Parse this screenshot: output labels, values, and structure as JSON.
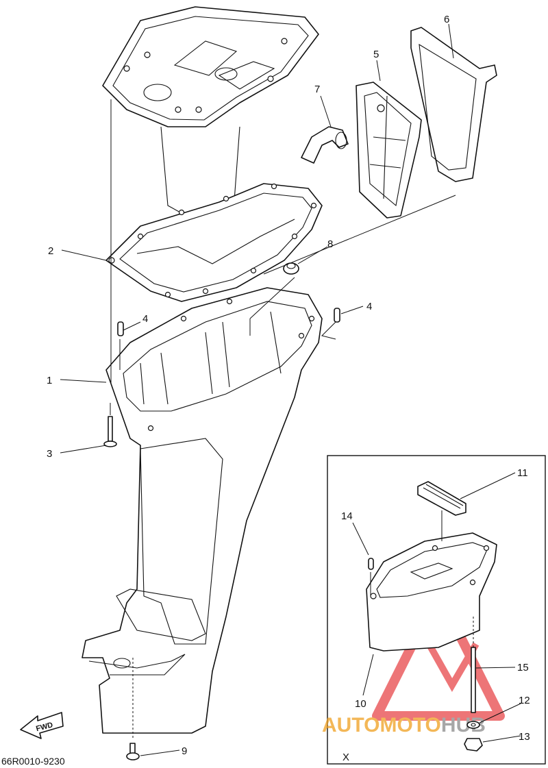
{
  "diagram_code": "66R0010-9230",
  "fwd_label": "FWD",
  "detail_label": "X",
  "watermark": {
    "text": "AUTOMOTOHUB",
    "colors": {
      "triangle": "#e8474a",
      "text_orange": "#f0a020",
      "text_gray": "#8a8a8a"
    }
  },
  "callouts": {
    "c1": "1",
    "c2": "2",
    "c3": "3",
    "c4a": "4",
    "c4b": "4",
    "c5": "5",
    "c6": "6",
    "c7": "7",
    "c8": "8",
    "c9": "9",
    "c10": "10",
    "c11": "11",
    "c12": "12",
    "c13": "13",
    "c14": "14",
    "c15": "15"
  }
}
